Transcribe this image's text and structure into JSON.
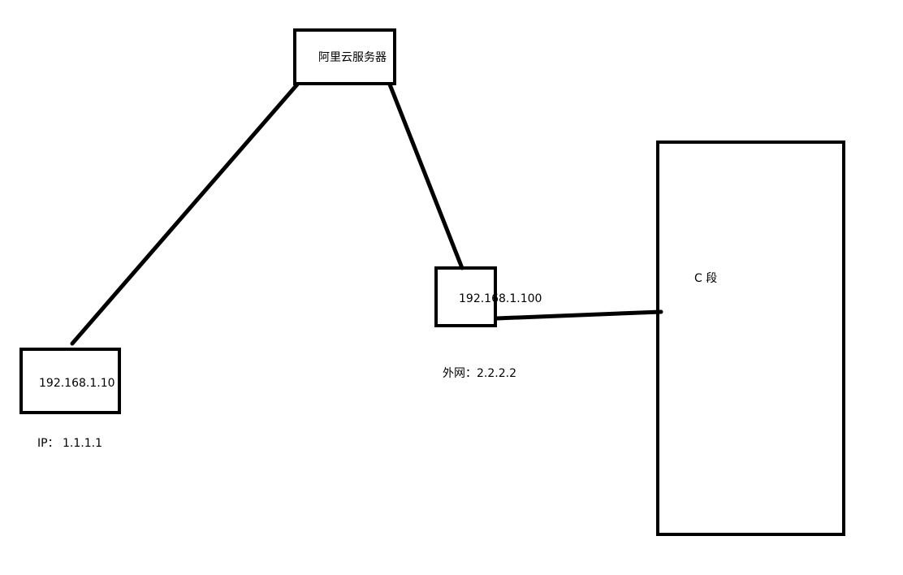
{
  "nodes": {
    "aliyun": {
      "label": "阿里云服务器"
    },
    "host_left": {
      "label": "192.168.1.10",
      "note": "IP： 1.1.1.1"
    },
    "host_mid": {
      "label": "192.168.1.100",
      "note": "外网：2.2.2.2"
    },
    "c_segment": {
      "label": "C 段"
    }
  },
  "colors": {
    "stroke": "#000000",
    "background": "#ffffff"
  }
}
